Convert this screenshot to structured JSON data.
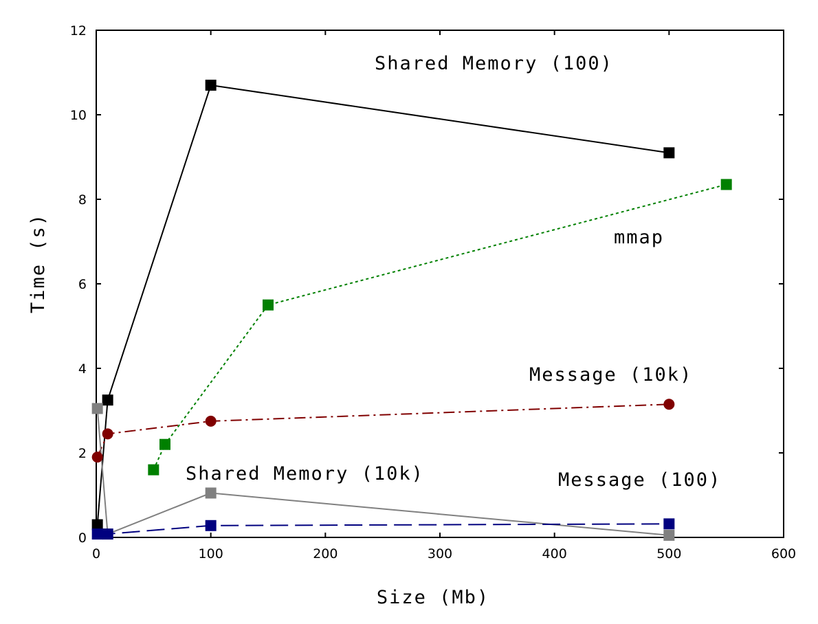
{
  "chart_data": {
    "type": "line",
    "xlabel": "Size (Mb)",
    "ylabel": "Time (s)",
    "xlim": [
      0,
      600
    ],
    "ylim": [
      0,
      12
    ],
    "xticks": [
      0,
      100,
      200,
      300,
      400,
      500,
      600
    ],
    "yticks": [
      0,
      2,
      4,
      6,
      8,
      10,
      12
    ],
    "grid": false,
    "series": [
      {
        "name": "Shared Memory (100)",
        "color": "#000000",
        "line_color": "#000000",
        "dash": "solid",
        "marker": "square",
        "x": [
          1,
          10,
          100,
          500
        ],
        "y": [
          0.3,
          3.25,
          10.7,
          9.1
        ]
      },
      {
        "name": "mmap",
        "color": "#008000",
        "line_color": "#008000",
        "dash": "dotted",
        "marker": "square",
        "x": [
          50,
          60,
          150,
          550
        ],
        "y": [
          1.6,
          2.2,
          5.5,
          8.35
        ]
      },
      {
        "name": "Message (10k)",
        "color": "#800000",
        "line_color": "#800000",
        "dash": "dashdot",
        "marker": "circle",
        "x": [
          1,
          10,
          100,
          500
        ],
        "y": [
          1.9,
          2.45,
          2.75,
          3.15
        ]
      },
      {
        "name": "Shared Memory (10k)",
        "color": "#808080",
        "line_color": "#808080",
        "dash": "solid",
        "marker": "square",
        "x": [
          1,
          10,
          100,
          500
        ],
        "y": [
          3.05,
          0.08,
          1.05,
          0.05
        ]
      },
      {
        "name": "Message (100)",
        "color": "#00007f",
        "line_color": "#00007f",
        "dash": "longdash",
        "marker": "square",
        "x": [
          1,
          10,
          100,
          500
        ],
        "y": [
          0.08,
          0.08,
          0.28,
          0.32
        ]
      }
    ]
  }
}
